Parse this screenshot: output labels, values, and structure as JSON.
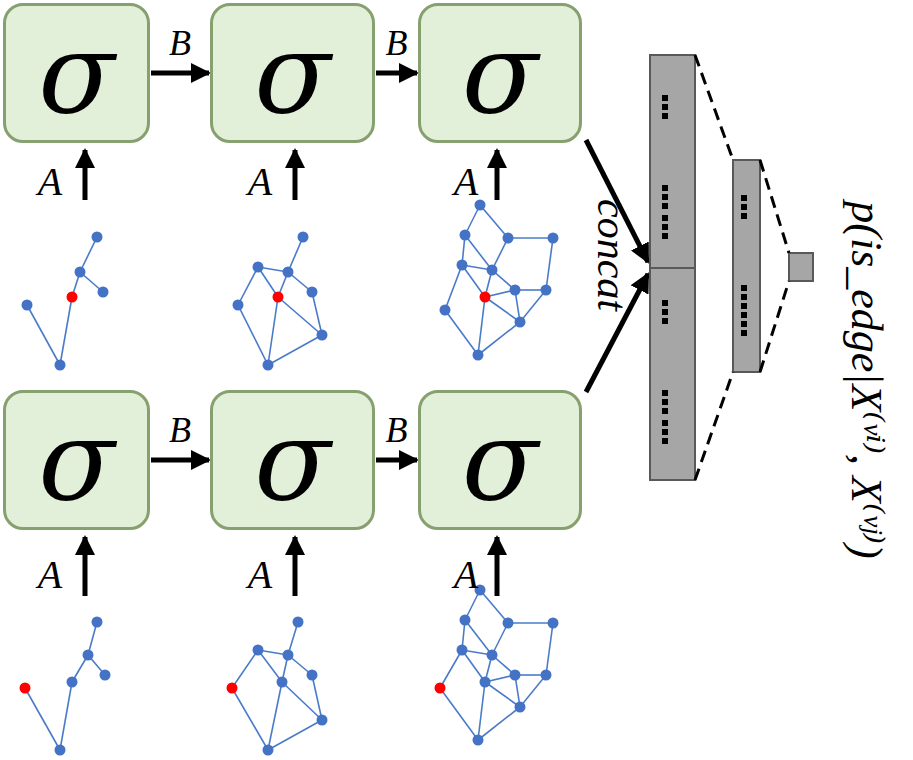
{
  "diagram": {
    "nodes": [
      {
        "text": [
          "σ"
        ]
      },
      {
        "text": [
          "σ"
        ]
      },
      {
        "text": [
          "σ"
        ]
      },
      {
        "text": [
          "σ"
        ]
      },
      {
        "text": [
          "σ"
        ]
      },
      {
        "text": [
          "σ"
        ]
      }
    ],
    "edges": [
      {
        "from": 0,
        "to": 1,
        "label": "B",
        "arrow": "to"
      },
      {
        "from": 1,
        "to": 2,
        "label": "B",
        "arrow": "to"
      },
      {
        "from": 3,
        "to": 4,
        "label": "B",
        "arrow": "to"
      },
      {
        "from": 4,
        "to": 5,
        "label": "B",
        "arrow": "to"
      }
    ],
    "labels": [
      "A",
      "A",
      "A",
      "A",
      "A",
      "A",
      "concat",
      "p(is_edge|X⁽ᵛⁱ⁾, X⁽ᵛʲ⁾)"
    ]
  }
}
